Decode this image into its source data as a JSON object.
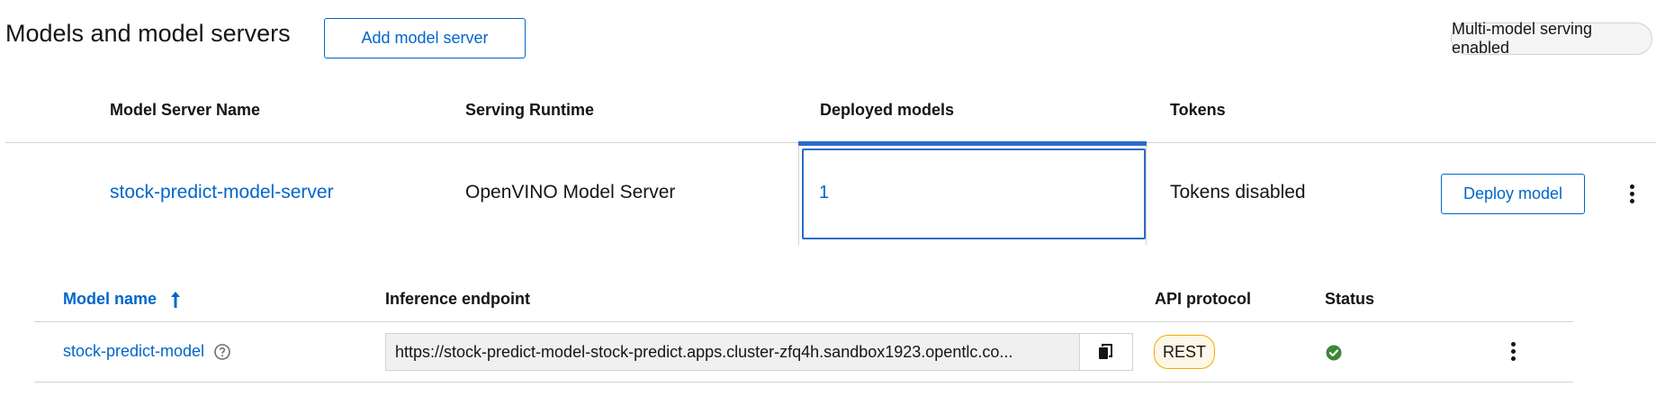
{
  "header": {
    "title": "Models and model servers",
    "add_server_label": "Add model server",
    "serving_badge": "Multi-model serving enabled"
  },
  "server_table": {
    "columns": [
      "Model Server Name",
      "Serving Runtime",
      "Deployed models",
      "Tokens"
    ],
    "row": {
      "name": "stock-predict-model-server",
      "runtime": "OpenVINO Model Server",
      "deployed_models": "1",
      "tokens": "Tokens disabled",
      "deploy_label": "Deploy model"
    }
  },
  "model_table": {
    "columns": {
      "model_name": "Model name",
      "endpoint": "Inference endpoint",
      "protocol": "API protocol",
      "status": "Status"
    },
    "row": {
      "name": "stock-predict-model",
      "endpoint": "https://stock-predict-model-stock-predict.apps.cluster-zfq4h.sandbox1923.opentlc.co...",
      "protocol": "REST",
      "status_color": "#3e8635"
    }
  },
  "colors": {
    "link": "#0066cc",
    "tab_accent": "#2b6cc9",
    "success": "#3e8635"
  }
}
